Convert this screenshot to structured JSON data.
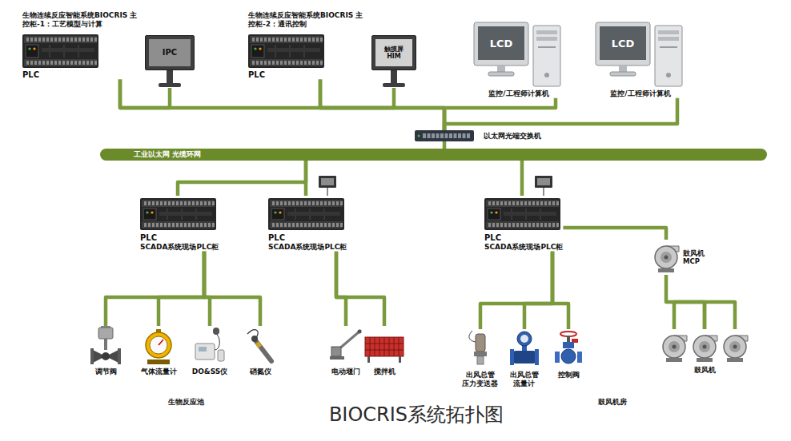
{
  "diagram": {
    "title": "BIOCRIS系统拓扑图",
    "nodes": [
      {
        "text": [
          "生物连续反应智能系统BIOCRIS 主控柜-1：工艺模型与计算",
          "PLC"
        ]
      },
      {
        "text": [
          "IPC"
        ]
      },
      {
        "text": [
          "生物连续反应智能系统BIOCRIS 主控柜-2：通讯控制",
          "PLC"
        ]
      },
      {
        "text": [
          "触摸屏 HIM"
        ]
      },
      {
        "text": [
          "LCD",
          "监控/工程师计算机"
        ]
      },
      {
        "text": [
          "LCD",
          "监控/工程师计算机"
        ]
      },
      {
        "text": [
          "以太网光端交换机"
        ]
      },
      {
        "text": [
          "工业以太网 光缆环网"
        ]
      },
      {
        "text": [
          "PLC",
          "SCADA系统现场PLC柜"
        ]
      },
      {
        "text": [
          "PLC",
          "SCADA系统现场PLC柜"
        ]
      },
      {
        "text": [
          "PLC",
          "SCADA系统现场PLC柜"
        ]
      },
      {
        "text": [
          "鼓风机 MCP"
        ]
      },
      {
        "text": [
          "调节阀"
        ]
      },
      {
        "text": [
          "气体流量计"
        ]
      },
      {
        "text": [
          "DO&SS仪"
        ]
      },
      {
        "text": [
          "硝氮仪"
        ]
      },
      {
        "text": [
          "电动堰门"
        ]
      },
      {
        "text": [
          "搅拌机"
        ]
      },
      {
        "text": [
          "出风总管 压力变送器"
        ]
      },
      {
        "text": [
          "出风总管 流量计"
        ]
      },
      {
        "text": [
          "控制阀"
        ]
      },
      {
        "text": [
          "鼓风机"
        ]
      }
    ],
    "edges": [
      {
        "from": 0,
        "to": 1,
        "arrow": "none"
      },
      {
        "from": 2,
        "to": 3,
        "arrow": "none"
      },
      {
        "from": 0,
        "to": 6,
        "arrow": "none"
      },
      {
        "from": 2,
        "to": 6,
        "arrow": "none"
      },
      {
        "from": 4,
        "to": 6,
        "arrow": "none"
      },
      {
        "from": 5,
        "to": 6,
        "arrow": "none"
      },
      {
        "from": 6,
        "to": 7,
        "arrow": "none"
      },
      {
        "from": 7,
        "to": 8,
        "arrow": "none"
      },
      {
        "from": 7,
        "to": 9,
        "arrow": "none"
      },
      {
        "from": 7,
        "to": 10,
        "arrow": "none"
      },
      {
        "from": 8,
        "to": 12,
        "arrow": "none"
      },
      {
        "from": 8,
        "to": 13,
        "arrow": "none"
      },
      {
        "from": 8,
        "to": 14,
        "arrow": "none"
      },
      {
        "from": 8,
        "to": 15,
        "arrow": "none"
      },
      {
        "from": 9,
        "to": 16,
        "arrow": "none"
      },
      {
        "from": 9,
        "to": 17,
        "arrow": "none"
      },
      {
        "from": 10,
        "to": 18,
        "arrow": "none"
      },
      {
        "from": 10,
        "to": 19,
        "arrow": "none"
      },
      {
        "from": 10,
        "to": 20,
        "arrow": "none"
      },
      {
        "from": 10,
        "to": 11,
        "arrow": "none"
      },
      {
        "from": 11,
        "to": 21,
        "arrow": "none"
      }
    ],
    "labels": [
      "生物反应池",
      "鼓风机房"
    ]
  }
}
